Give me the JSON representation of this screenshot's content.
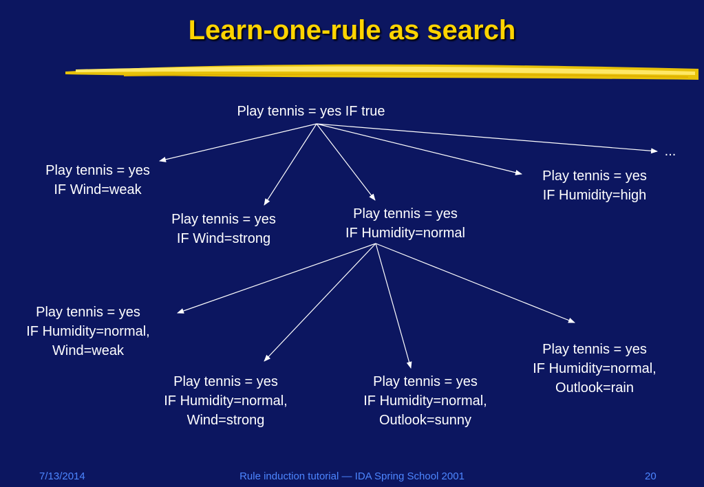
{
  "title": "Learn-one-rule as search",
  "colors": {
    "background": "#0c1660",
    "title": "#ffd400",
    "text": "#ffffff",
    "footer": "#4d86ff"
  },
  "tree": {
    "root": {
      "line1": "Play tennis = yes  IF   true"
    },
    "ellipsis": "...",
    "level1": [
      {
        "id": "wind-weak",
        "line1": "Play tennis = yes",
        "line2": "IF Wind=weak"
      },
      {
        "id": "wind-strong",
        "line1": "Play tennis = yes",
        "line2": "IF Wind=strong"
      },
      {
        "id": "humidity-normal",
        "line1": "Play tennis = yes",
        "line2": "IF Humidity=normal"
      },
      {
        "id": "humidity-high",
        "line1": "Play tennis = yes",
        "line2": "IF Humidity=high"
      }
    ],
    "level2": [
      {
        "id": "hn-wind-weak",
        "line1": "Play tennis = yes",
        "line2": "IF Humidity=normal,",
        "line3": "Wind=weak"
      },
      {
        "id": "hn-wind-strong",
        "line1": "Play tennis = yes",
        "line2": "IF Humidity=normal,",
        "line3": "Wind=strong"
      },
      {
        "id": "hn-outlook-sunny",
        "line1": "Play tennis = yes",
        "line2": "IF Humidity=normal,",
        "line3": "Outlook=sunny"
      },
      {
        "id": "hn-outlook-rain",
        "line1": "Play tennis = yes",
        "line2": "IF Humidity=normal,",
        "line3": "Outlook=rain"
      }
    ]
  },
  "footer": {
    "date": "7/13/2014",
    "center": "Rule induction tutorial — IDA Spring School 2001",
    "page": "20"
  }
}
